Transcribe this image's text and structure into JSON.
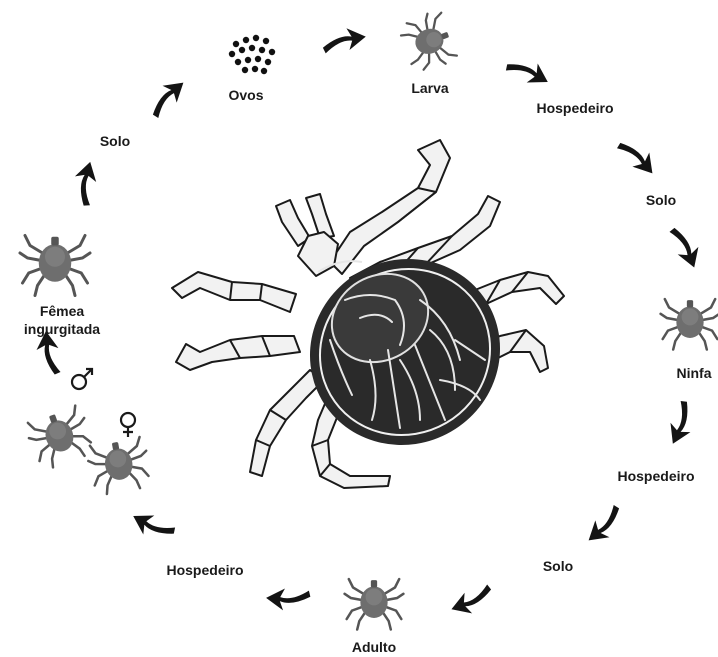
{
  "stages": {
    "eggs": "Ovos",
    "larva": "Larva",
    "host1": "Hospedeiro",
    "soil1": "Solo",
    "nymph": "Ninfa",
    "host2": "Hospedeiro",
    "soil2": "Solo",
    "adult": "Adulto",
    "host3": "Hospedeiro",
    "female_line1": "Fêmea",
    "female_line2": "ingurgitada",
    "soil3": "Solo"
  },
  "icons": {
    "eggs": "egg-cluster-icon",
    "larva": "tick-icon",
    "nymph": "tick-icon",
    "adult": "tick-icon",
    "mating_male": "male-symbol-icon",
    "mating_female": "female-symbol-icon",
    "engorged_female": "tick-icon",
    "center": "tick-illustration"
  },
  "colors": {
    "ink": "#1a1a1a",
    "tick_body": "#6e6e6e",
    "tick_leg": "#5a5a5a",
    "arrow": "#141414"
  }
}
